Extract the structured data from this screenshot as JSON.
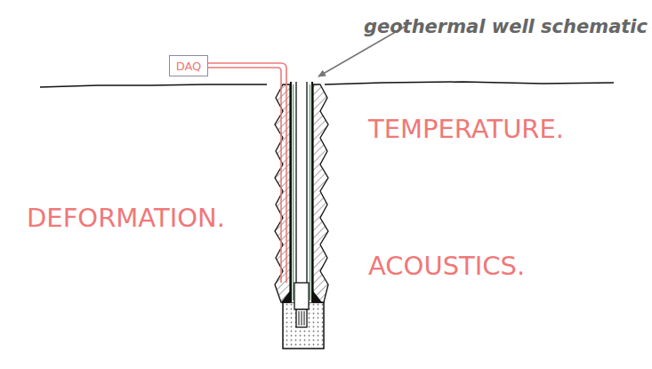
{
  "diagram": {
    "nodes": [
      {
        "text": [
          "DAQ"
        ]
      }
    ],
    "labels": [
      "geothermal well schematic",
      "TEMPERATURE.",
      "DEFORMATION.",
      "ACOUSTICS."
    ]
  }
}
